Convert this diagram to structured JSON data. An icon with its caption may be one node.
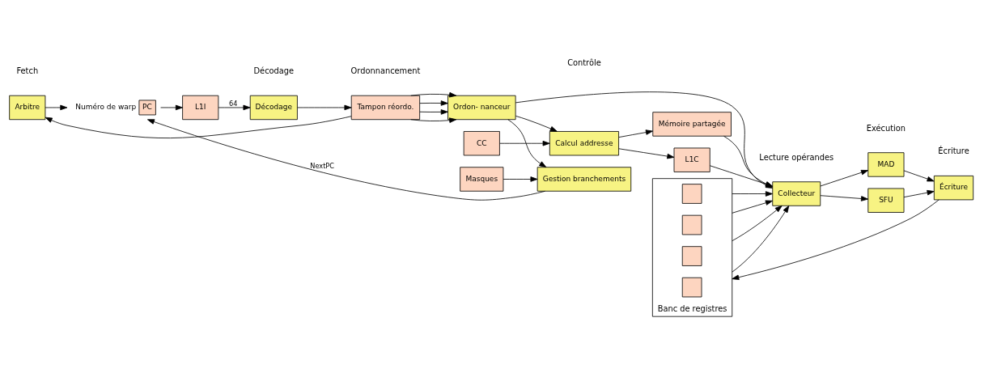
{
  "diagram": {
    "nodes": [
      {
        "text": [
          "Arbitre"
        ]
      },
      {
        "text": [
          "PC"
        ],
        "beside": [
          "Numéro de warp"
        ]
      },
      {
        "text": [
          "L1I"
        ]
      },
      {
        "text": [
          "Décodage"
        ]
      },
      {
        "text": [
          "Tampon réordo."
        ]
      },
      {
        "text": [
          "Ordon- nanceur"
        ]
      },
      {
        "text": [
          "Calcul addresse"
        ]
      },
      {
        "text": [
          "CC"
        ]
      },
      {
        "text": [
          "Masques"
        ]
      },
      {
        "text": [
          "Gestion branchements"
        ]
      },
      {
        "text": [
          "L1C"
        ]
      },
      {
        "text": [
          "Mémoire partagée"
        ]
      },
      {
        "text": [
          "Collecteur"
        ]
      },
      {
        "text": [
          "Banc de registres"
        ]
      },
      {
        "text": [],
        "shape": "box",
        "in": 13
      },
      {
        "text": [],
        "shape": "box",
        "in": 13
      },
      {
        "text": [],
        "shape": "box",
        "in": 13
      },
      {
        "text": [],
        "shape": "box",
        "in": 13
      },
      {
        "text": [
          "MAD"
        ]
      },
      {
        "text": [
          "SFU"
        ]
      },
      {
        "text": [
          "Écriture"
        ]
      }
    ],
    "edges": [
      {
        "from": 4,
        "to": 0,
        "arrow": "to"
      },
      {
        "from": 0,
        "to": 1,
        "arrow": "to"
      },
      {
        "from": 1,
        "to": 2,
        "arrow": "to"
      },
      {
        "from": 2,
        "to": 3,
        "arrow": "to",
        "label": "64"
      },
      {
        "from": 3,
        "to": 4,
        "arrow": "to"
      },
      {
        "from": 4,
        "to": 5,
        "arrow": "to"
      },
      {
        "from": 4,
        "to": 5,
        "arrow": "to"
      },
      {
        "from": 4,
        "to": 5,
        "arrow": "to"
      },
      {
        "from": 4,
        "to": 5,
        "arrow": "to"
      },
      {
        "from": 5,
        "to": 6,
        "arrow": "to"
      },
      {
        "from": 5,
        "to": 12,
        "arrow": "to"
      },
      {
        "from": 5,
        "to": 9,
        "arrow": "to"
      },
      {
        "from": 7,
        "to": 6,
        "arrow": "to"
      },
      {
        "from": 8,
        "to": 9,
        "arrow": "to"
      },
      {
        "from": 6,
        "to": 10,
        "arrow": "to"
      },
      {
        "from": 6,
        "to": 11,
        "arrow": "to"
      },
      {
        "from": 10,
        "to": 12,
        "arrow": "to"
      },
      {
        "from": 11,
        "to": 12,
        "arrow": "to"
      },
      {
        "from": 13,
        "to": 12,
        "arrow": "to"
      },
      {
        "from": 13,
        "to": 12,
        "arrow": "to"
      },
      {
        "from": 13,
        "to": 12,
        "arrow": "to"
      },
      {
        "from": 13,
        "to": 12,
        "arrow": "to"
      },
      {
        "from": 12,
        "to": 18,
        "arrow": "to"
      },
      {
        "from": 12,
        "to": 19,
        "arrow": "to"
      },
      {
        "from": 18,
        "to": 20,
        "arrow": "to"
      },
      {
        "from": 19,
        "to": 20,
        "arrow": "to"
      },
      {
        "from": 20,
        "to": 13,
        "arrow": "to"
      },
      {
        "from": 9,
        "to": 1,
        "arrow": "to",
        "label": "NextPC"
      }
    ],
    "labels": [
      "Fetch",
      "Décodage",
      "Ordonnancement",
      "Contrôle",
      "Lecture opérandes",
      "Exécution",
      "Écriture"
    ]
  }
}
